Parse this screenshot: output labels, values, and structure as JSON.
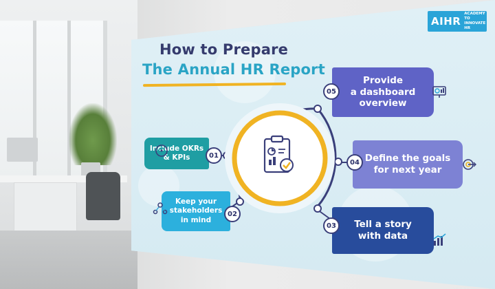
{
  "logo": {
    "mark": "AIHR",
    "sub_line1": "ACADEMY TO",
    "sub_line2": "INNOVATE HR"
  },
  "title": {
    "line1": "How to Prepare",
    "line2": "The Annual HR Report"
  },
  "steps": [
    {
      "number": "01",
      "text": "Include OKRs\n& KPIs",
      "color": "#1f9ea3"
    },
    {
      "number": "02",
      "text": "Keep your\nstakeholders\nin mind",
      "color": "#2cb0dd"
    },
    {
      "number": "03",
      "text": "Tell a story\nwith data",
      "color": "#284c9c"
    },
    {
      "number": "04",
      "text": "Define the goals\nfor next year",
      "color": "#7d82d4"
    },
    {
      "number": "05",
      "text": "Provide\na dashboard\noverview",
      "color": "#5f63c6"
    }
  ],
  "icons": {
    "center": "clipboard-report-icon",
    "step1": "target-icon",
    "step2": "people-network-icon",
    "step3": "data-chart-icon",
    "step4": "goal-target-icon",
    "step5": "dashboard-icon"
  },
  "colors": {
    "accent_yellow": "#f0b323",
    "title_navy": "#353b6d",
    "title_teal": "#2aa4c5"
  }
}
